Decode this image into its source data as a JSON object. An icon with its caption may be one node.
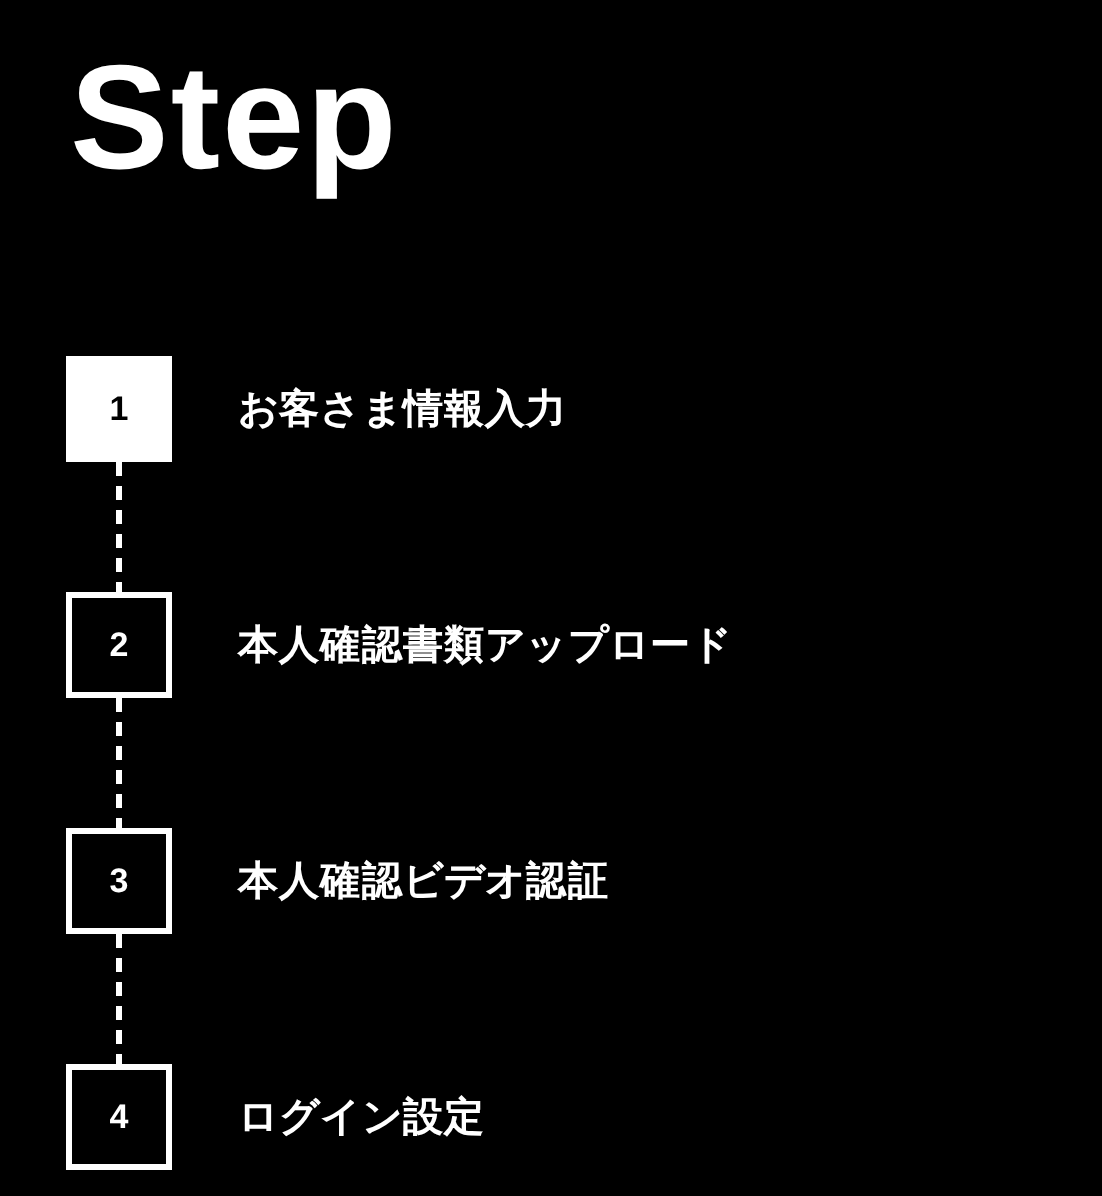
{
  "diagram": {
    "title": "Step",
    "nodes": [
      {
        "text": [
          "1"
        ],
        "beside": [
          "お客さま情報入力"
        ]
      },
      {
        "text": [
          "2"
        ],
        "beside": [
          "本人確認書類アップロード"
        ]
      },
      {
        "text": [
          "3"
        ],
        "beside": [
          "本人確認ビデオ認証"
        ]
      },
      {
        "text": [
          "4"
        ],
        "beside": [
          "ログイン設定"
        ]
      }
    ],
    "edges": [
      {
        "from": 0,
        "to": 1,
        "arrow": "none",
        "style": "dashed"
      },
      {
        "from": 1,
        "to": 2,
        "arrow": "none",
        "style": "dashed"
      },
      {
        "from": 2,
        "to": 3,
        "arrow": "none",
        "style": "dashed"
      }
    ]
  }
}
